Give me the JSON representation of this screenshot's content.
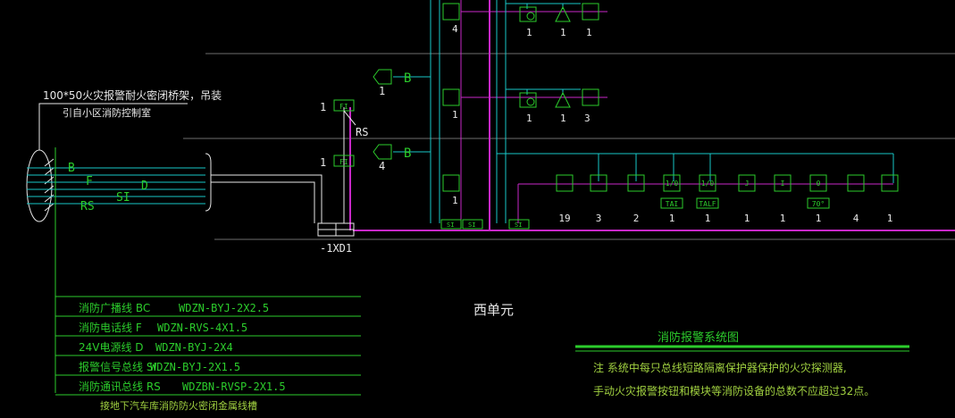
{
  "colors": {
    "background": "#000000",
    "white": "#e8e8e8",
    "cyan": "#19c8c8",
    "magenta": "#c828c8",
    "green": "#2ccd2c",
    "gray": "#6e6e6e",
    "yellow_green": "#a0d040"
  },
  "cable": {
    "spec": "100*50火灾报警耐火密闭桥架，吊装",
    "note": "引自小区消防控制室"
  },
  "bundle_labels": {
    "b": "B",
    "f": "F",
    "si": "SI",
    "d": "D",
    "rs": "RS"
  },
  "terminal": {
    "label": "-1XD1",
    "box_label": "FI",
    "box_count_1": "1",
    "box_count_2": "1",
    "rs_label": "RS"
  },
  "left_devices": {
    "speaker_b_top": "B",
    "speaker_b_top_count": "1",
    "speaker_b_bottom": "B",
    "speaker_b_bottom_count": "4"
  },
  "column_counts": {
    "top_phone": "4",
    "top_r1": "1",
    "top_r2": "1",
    "top_r3": "1",
    "mid_phone": "1",
    "mid_r1": "1",
    "mid_r2": "1",
    "mid_r3": "3",
    "low_phone": "1"
  },
  "small_tags": {
    "si_1": "SI",
    "si_2": "SI",
    "si_3": "SI"
  },
  "floor_devices": [
    {
      "tag": "",
      "count": "19"
    },
    {
      "tag": "",
      "count": "3"
    },
    {
      "tag": "",
      "count": "2"
    },
    {
      "tag": "1/0",
      "sub": "TAI",
      "count": "1"
    },
    {
      "tag": "1/0",
      "sub": "TALF",
      "count": "1"
    },
    {
      "tag": "J",
      "count": "1"
    },
    {
      "tag": "I",
      "count": "1"
    },
    {
      "tag": "0",
      "sub": "70°",
      "count": "1"
    },
    {
      "tag": "",
      "count": "4"
    },
    {
      "tag": "",
      "count": "1"
    }
  ],
  "unit_label": "西单元",
  "legend": {
    "rows": [
      {
        "name": "消防广播线 BC",
        "spec": "WDZN-BYJ-2X2.5"
      },
      {
        "name": "消防电话线 F",
        "spec": "WDZN-RVS-4X1.5"
      },
      {
        "name": "24V电源线 D",
        "spec": "WDZN-BYJ-2X4"
      },
      {
        "name": "报警信号总线 SI",
        "spec": "WDZN-BYJ-2X1.5"
      },
      {
        "name": "消防通讯总线 RS",
        "spec": "WDZBN-RVSP-2X1.5"
      }
    ],
    "footer": "接地下汽车库消防防火密闭金属线槽"
  },
  "title_block": {
    "title": "消防报警系统图",
    "note_line1": "注  系统中每只总线短路隔离保护器保护的火灾探测器,",
    "note_line2": "手动火灾报警按钮和模块等消防设备的总数不应超过32点。"
  }
}
